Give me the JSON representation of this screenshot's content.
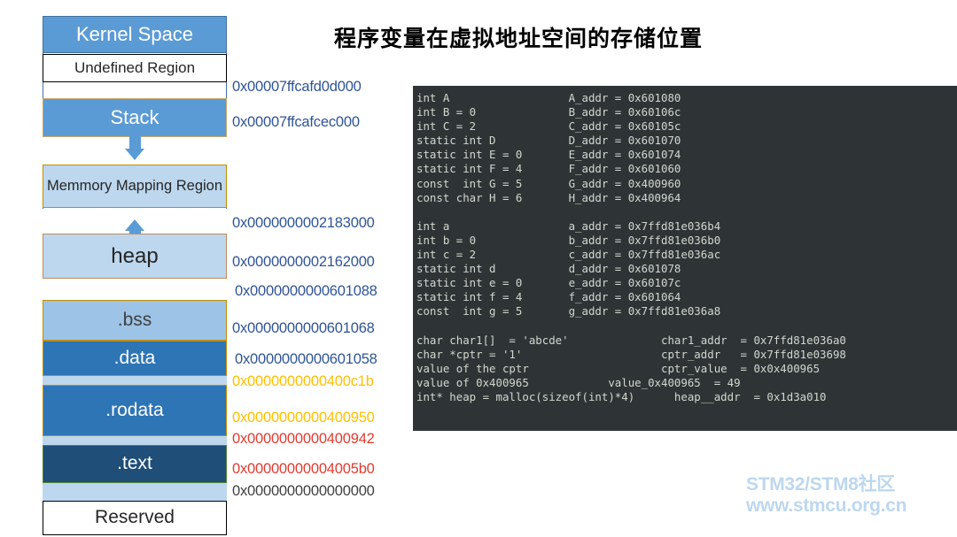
{
  "title": "程序变量在虚拟地址空间的存储位置",
  "colors": {
    "kernel_blue": "#5B9BD5",
    "stack_blue": "#5B9BD5",
    "mid_blue": "#2E75B6",
    "light_blue": "#BDD7EE",
    "bss_blue": "#9DC3E6",
    "text_navy": "#1F4E79",
    "addr_blue": "#2F5496",
    "addr_orange": "#FFC000",
    "addr_red": "#E03C31",
    "addr_dark": "#404040",
    "code_bg": "#2E3436",
    "code_fg": "#d3d7cf",
    "watermark": "#BDD7EE"
  },
  "memory_diagram": {
    "blocks": [
      {
        "label": "Kernel Space",
        "name": "kernel-space"
      },
      {
        "label": "Undefined Region",
        "name": "undefined-region"
      },
      {
        "label": "Stack",
        "name": "stack"
      },
      {
        "label": "",
        "name": "gap-stack-mmap"
      },
      {
        "label": "Memmory Mapping Region",
        "name": "memory-mapping-region"
      },
      {
        "label": "",
        "name": "gap-mmap-heap"
      },
      {
        "label": "heap",
        "name": "heap"
      },
      {
        "label": "",
        "name": "gap-heap-bss"
      },
      {
        "label": ".bss",
        "name": "bss"
      },
      {
        "label": ".data",
        "name": "data"
      },
      {
        "label": "",
        "name": "gap-data-rodata"
      },
      {
        "label": ".rodata",
        "name": "rodata"
      },
      {
        "label": "",
        "name": "gap-rodata-text"
      },
      {
        "label": ".text",
        "name": "text"
      },
      {
        "label": "",
        "name": "gap-text-reserved"
      },
      {
        "label": "Reserved",
        "name": "reserved"
      }
    ]
  },
  "addresses": [
    {
      "value": "0x00007ffcafd0d000",
      "color": "blue",
      "name": "addr-stack-top"
    },
    {
      "value": "0x00007ffcafcec000",
      "color": "blue",
      "name": "addr-stack-bottom"
    },
    {
      "value": "0x0000000002183000",
      "color": "blue",
      "name": "addr-heap-top"
    },
    {
      "value": "0x0000000002162000",
      "color": "blue",
      "name": "addr-heap-bottom"
    },
    {
      "value": "0x0000000000601088",
      "color": "blue",
      "name": "addr-bss-top"
    },
    {
      "value": "0x0000000000601068",
      "color": "blue",
      "name": "addr-bss-bottom"
    },
    {
      "value": "0x0000000000601058",
      "color": "blue",
      "name": "addr-data-bottom"
    },
    {
      "value": "0x0000000000400c1b",
      "color": "orange",
      "name": "addr-rodata-top"
    },
    {
      "value": "0x0000000000400950",
      "color": "orange",
      "name": "addr-rodata-bottom"
    },
    {
      "value": "0x0000000000400942",
      "color": "red",
      "name": "addr-text-top"
    },
    {
      "value": "0x00000000004005b0",
      "color": "red",
      "name": "addr-text-bottom"
    },
    {
      "value": "0x0000000000000000",
      "color": "dark",
      "name": "addr-zero"
    }
  ],
  "code_block": {
    "lines": [
      "int A                  A_addr = 0x601080",
      "int B = 0              B_addr = 0x60106c",
      "int C = 2              C_addr = 0x60105c",
      "static int D           D_addr = 0x601070",
      "static int E = 0       E_addr = 0x601074",
      "static int F = 4       F_addr = 0x601060",
      "const  int G = 5       G_addr = 0x400960",
      "const char H = 6       H_addr = 0x400964",
      "",
      "int a                  a_addr = 0x7ffd81e036b4",
      "int b = 0              b_addr = 0x7ffd81e036b0",
      "int c = 2              c_addr = 0x7ffd81e036ac",
      "static int d           d_addr = 0x601078",
      "static int e = 0       e_addr = 0x60107c",
      "static int f = 4       f_addr = 0x601064",
      "const  int g = 5       g_addr = 0x7ffd81e036a8",
      "",
      "char char1[]  = 'abcde'              char1_addr  = 0x7ffd81e036a0",
      "char *cptr = '1'                     cptr_addr   = 0x7ffd81e03698",
      "value of the cptr                    cptr_value  = 0x0x400965",
      "value of 0x400965            value_0x400965  = 49",
      "int* heap = malloc(sizeof(int)*4)      heap__addr  = 0x1d3a010"
    ]
  },
  "watermark": {
    "line1": "STM32/STM8社区",
    "line2": "www.stmcu.org.cn"
  }
}
